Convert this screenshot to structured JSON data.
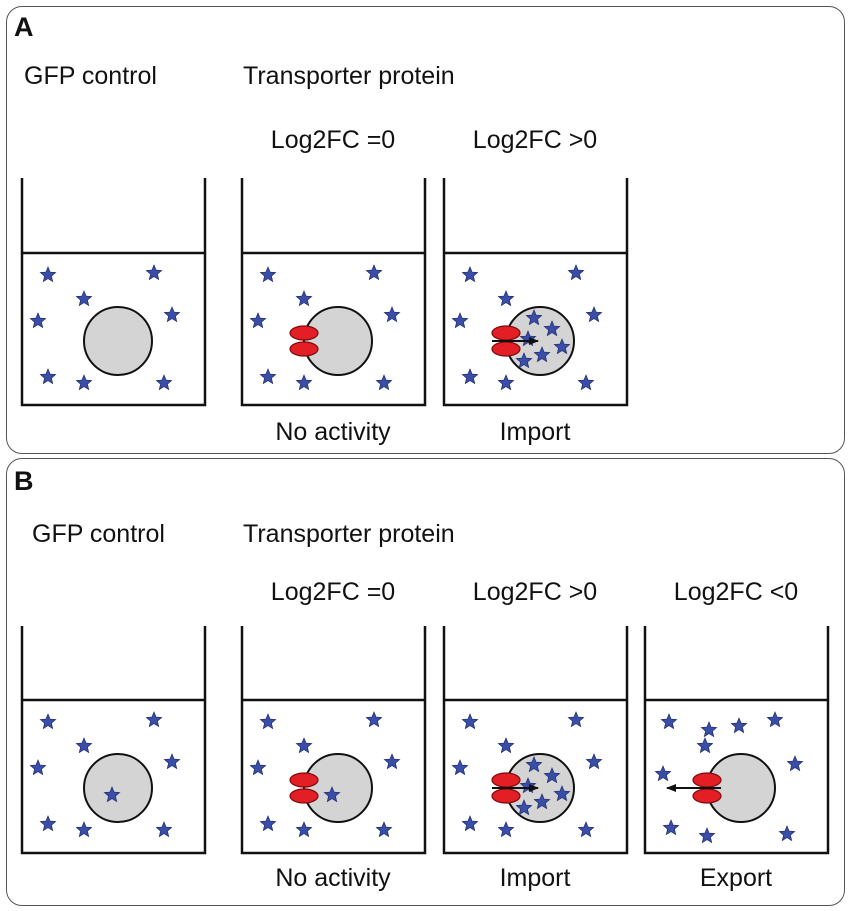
{
  "colors": {
    "cell": "#d4d4d4",
    "star": "#3a4ea8",
    "transporter": "#e31e24",
    "outline": "#111111"
  },
  "icons": {
    "star": "star-icon",
    "transporter": "transporter-protein-icon",
    "arrow": "arrow-icon"
  },
  "panels": [
    {
      "label": "A",
      "control_title": "GFP control",
      "transporter_title": "Transporter protein",
      "wells": [
        {
          "header": "",
          "footer": "",
          "transporter": false,
          "arrow": "none",
          "inside_stars": 0
        },
        {
          "header": "Log2FC =0",
          "footer": "No activity",
          "transporter": true,
          "arrow": "none",
          "inside_stars": 0
        },
        {
          "header": "Log2FC >0",
          "footer": "Import",
          "transporter": true,
          "arrow": "import",
          "inside_stars": 6
        }
      ]
    },
    {
      "label": "B",
      "control_title": "GFP control",
      "transporter_title": "Transporter protein",
      "wells": [
        {
          "header": "",
          "footer": "",
          "transporter": false,
          "arrow": "none",
          "inside_stars": 1
        },
        {
          "header": "Log2FC =0",
          "footer": "No activity",
          "transporter": true,
          "arrow": "none",
          "inside_stars": 1
        },
        {
          "header": "Log2FC >0",
          "footer": "Import",
          "transporter": true,
          "arrow": "import",
          "inside_stars": 6
        },
        {
          "header": "Log2FC <0",
          "footer": "Export",
          "transporter": true,
          "arrow": "export",
          "inside_stars": 0
        }
      ]
    }
  ]
}
